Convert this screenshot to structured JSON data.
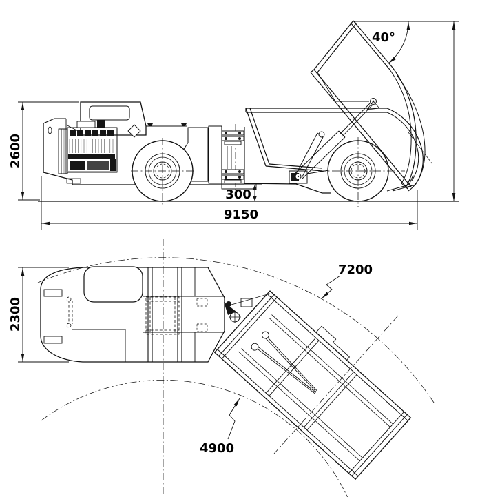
{
  "drawing": {
    "background_color": "#ffffff",
    "line_color": "#111111",
    "side_view": {
      "dims": {
        "overall_height": "2600",
        "frame_ground_clearance": "300",
        "overall_length": "9150",
        "dump_angle": "40°"
      }
    },
    "plan_view": {
      "dims": {
        "overall_width": "2300",
        "outer_turning_radius": "7200",
        "inner_turning_radius": "4900"
      }
    }
  }
}
